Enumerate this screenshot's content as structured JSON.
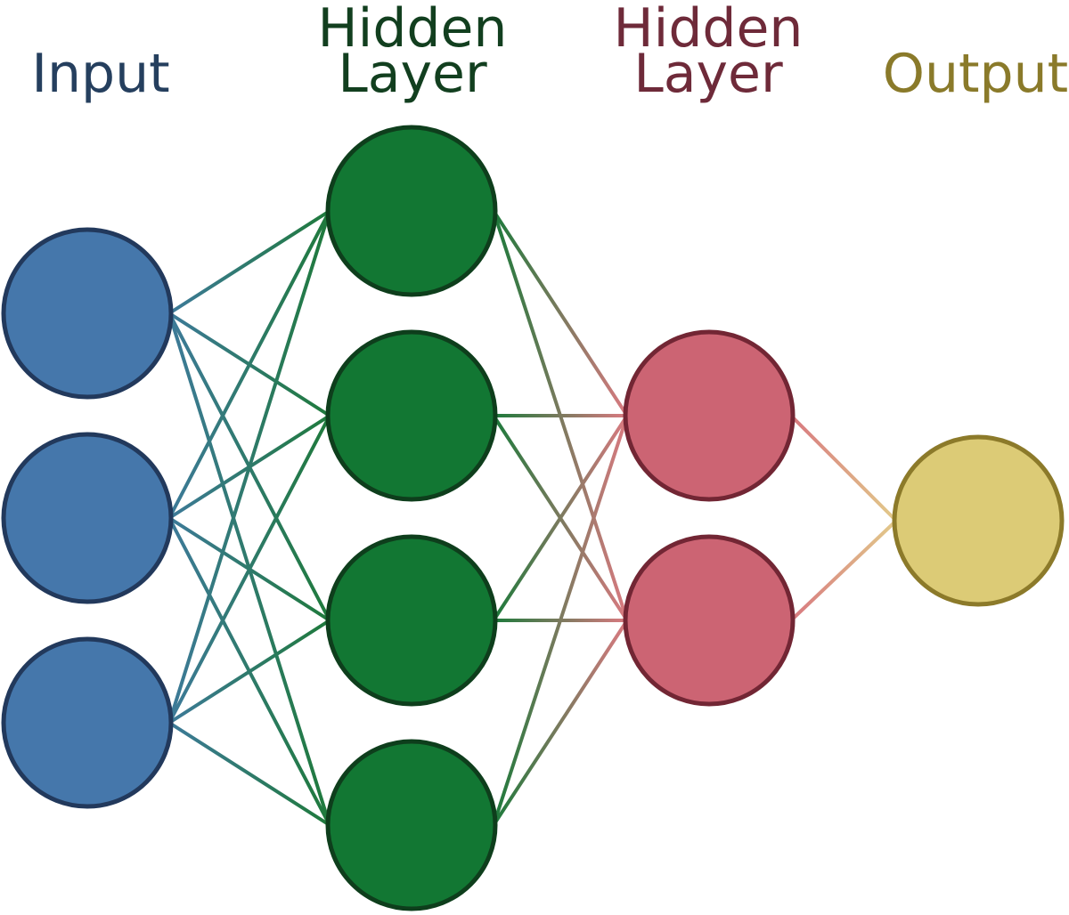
{
  "layers": [
    {
      "id": "input",
      "label_lines": [
        "Input"
      ],
      "label_color": "#253f5e",
      "node_fill": "#4577ab",
      "node_stroke": "#22395c",
      "edge_color": "#3d7a99",
      "node_count": 3
    },
    {
      "id": "hidden1",
      "label_lines": [
        "Hidden",
        "Layer"
      ],
      "label_color": "#123f1f",
      "node_fill": "#127733",
      "node_stroke": "#0e3e1c",
      "edge_color": "#1f7a3c",
      "node_count": 4
    },
    {
      "id": "hidden2",
      "label_lines": [
        "Hidden",
        "Layer"
      ],
      "label_color": "#6e2a39",
      "node_fill": "#cc6473",
      "node_stroke": "#722634",
      "edge_color": "#d87a80",
      "node_count": 2
    },
    {
      "id": "output",
      "label_lines": [
        "Output"
      ],
      "label_color": "#8a7a2a",
      "node_fill": "#dccb76",
      "node_stroke": "#8c7a2a",
      "edge_color": "#e2c98a",
      "node_count": 1
    }
  ],
  "connectivity": "fully-connected"
}
